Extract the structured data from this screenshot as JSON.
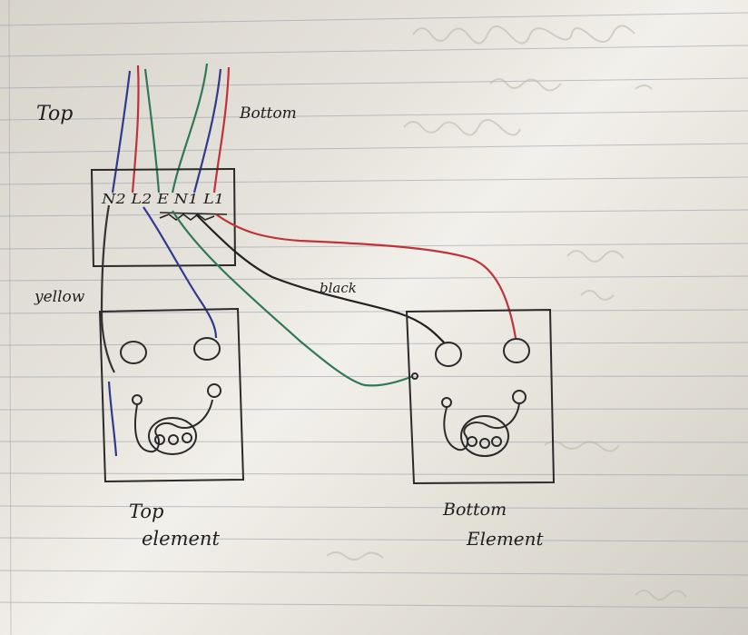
{
  "labels": {
    "top": "Top",
    "bottom": "Bottom",
    "terminals": "N2 L2 E N1 L1",
    "yellow": "yellow",
    "black": "black",
    "top_element_1": "Top",
    "top_element_2": "element",
    "bottom_element_1": "Bottom",
    "bottom_element_2": "Element"
  },
  "colors": {
    "blue": "#2f3a8c",
    "red": "#c0323a",
    "green": "#2f7a55",
    "black": "#222222",
    "pencil": "#333333"
  }
}
